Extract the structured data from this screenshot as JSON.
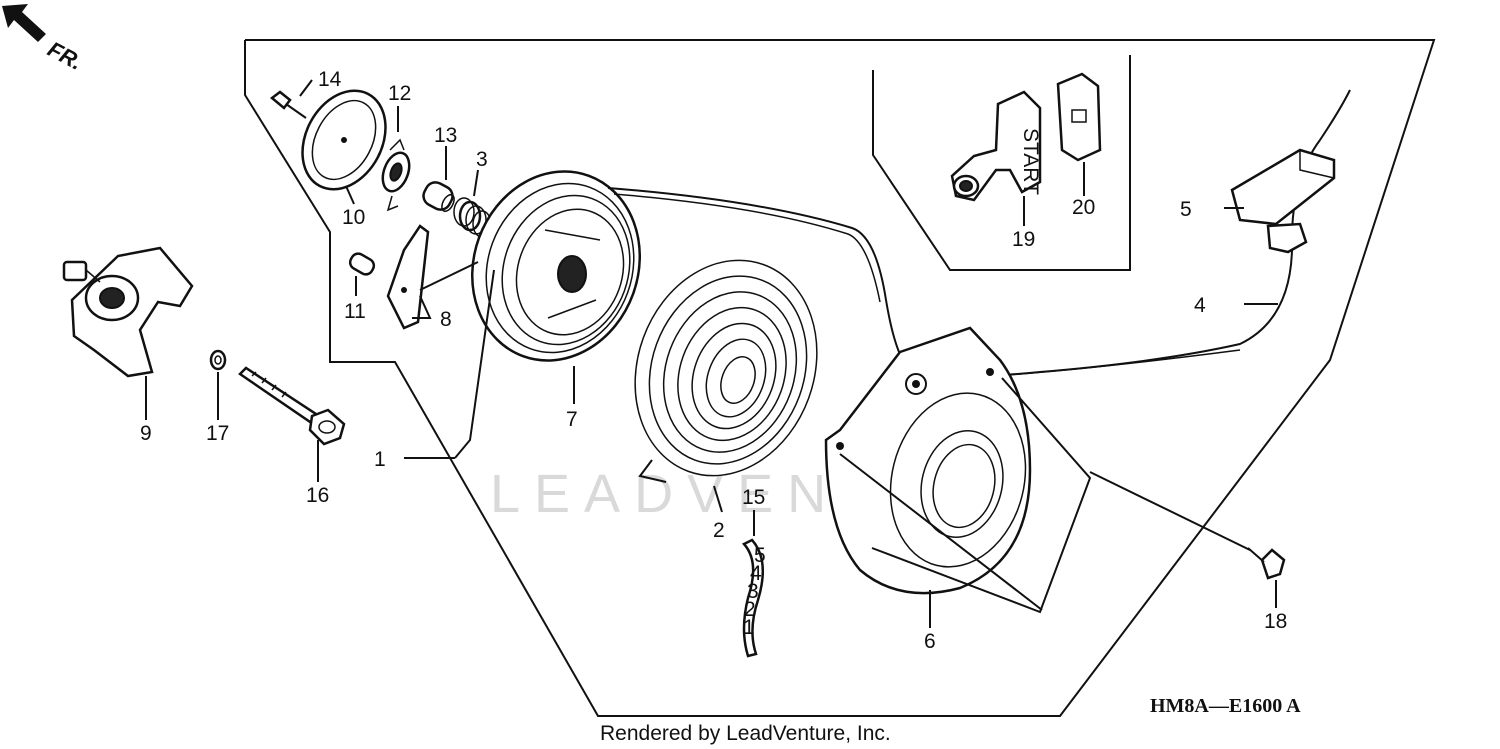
{
  "direction_label": "FR.",
  "diagram_code": "HM8A—E1600 A",
  "credit": "Rendered by LeadVenture, Inc.",
  "watermark": "LEADVENTURE",
  "handle_imprint": "START",
  "decal_digits": [
    "5",
    "4",
    "3",
    "2",
    "1"
  ],
  "callouts": [
    "1",
    "2",
    "3",
    "4",
    "5",
    "6",
    "7",
    "8",
    "9",
    "10",
    "11",
    "12",
    "13",
    "14",
    "15",
    "16",
    "17",
    "18",
    "19",
    "20"
  ]
}
